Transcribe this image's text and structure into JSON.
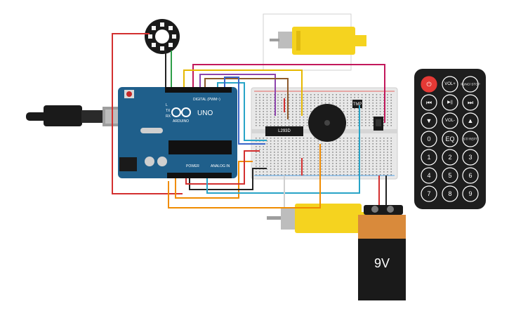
{
  "arduino": {
    "logo_text": "UNO",
    "brand_text": "ARDUINO",
    "digital_label": "DIGITAL (PWM~)",
    "power_label": "POWER",
    "analog_label": "ANALOG IN",
    "tx_label": "TX",
    "rx_label": "RX",
    "l_label": "L"
  },
  "breadboard": {
    "driver_chip_label": "L293D",
    "sensor_label": "TMP"
  },
  "battery": {
    "label": "9V"
  },
  "remote": {
    "buttons": [
      {
        "id": "power",
        "label": "⏻",
        "shape": "circle"
      },
      {
        "id": "vol_up",
        "label": "VOL+",
        "shape": "circle"
      },
      {
        "id": "func_stop",
        "label": "FUNC/ STOP",
        "shape": "circle"
      },
      {
        "id": "rewind",
        "label": "⏮",
        "shape": "circle"
      },
      {
        "id": "play_pause",
        "label": "▶||",
        "shape": "circle"
      },
      {
        "id": "forward",
        "label": "⏭",
        "shape": "circle"
      },
      {
        "id": "down",
        "label": "▼",
        "shape": "circle"
      },
      {
        "id": "vol_down",
        "label": "VOL-",
        "shape": "circle"
      },
      {
        "id": "up",
        "label": "▲",
        "shape": "circle"
      },
      {
        "id": "zero",
        "label": "0",
        "shape": "circle"
      },
      {
        "id": "eq",
        "label": "EQ",
        "shape": "circle"
      },
      {
        "id": "st_rept",
        "label": "ST/ REPT",
        "shape": "circle"
      },
      {
        "id": "one",
        "label": "1",
        "shape": "circle"
      },
      {
        "id": "two",
        "label": "2",
        "shape": "circle"
      },
      {
        "id": "three",
        "label": "3",
        "shape": "circle"
      },
      {
        "id": "four",
        "label": "4",
        "shape": "circle"
      },
      {
        "id": "five",
        "label": "5",
        "shape": "circle"
      },
      {
        "id": "six",
        "label": "6",
        "shape": "circle"
      },
      {
        "id": "seven",
        "label": "7",
        "shape": "circle"
      },
      {
        "id": "eight",
        "label": "8",
        "shape": "circle"
      },
      {
        "id": "nine",
        "label": "9",
        "shape": "circle"
      }
    ]
  },
  "colors": {
    "arduino_blue": "#1f5f8b",
    "breadboard": "#e8e8e8",
    "motor_yellow": "#f5d31f",
    "battery_orange": "#d98a3b",
    "battery_dark": "#1a1a1a",
    "remote_body": "#1e1e1e",
    "power_button": "#e53935",
    "wire_red": "#d32f2f",
    "wire_black": "#222222",
    "wire_green": "#2e9e48",
    "wire_yellow": "#e6b800",
    "wire_purple": "#8e44ad",
    "wire_magenta": "#c2185b",
    "wire_orange": "#f08c00",
    "wire_cyan": "#28a4c7",
    "wire_blue": "#3a65c9",
    "wire_brown": "#8d5a2b"
  }
}
